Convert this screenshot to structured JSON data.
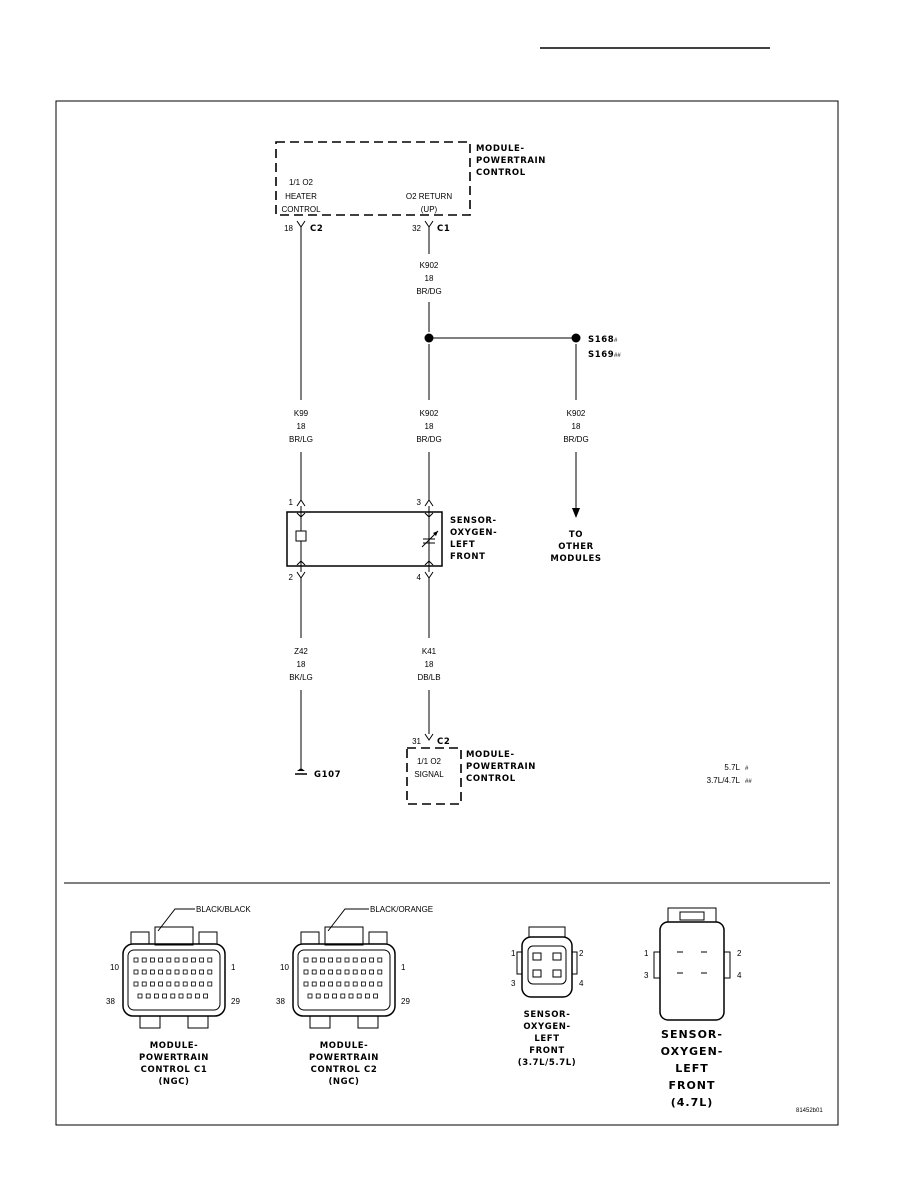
{
  "pcm_top": {
    "title": [
      "MODULE-",
      "POWERTRAIN",
      "CONTROL"
    ],
    "pin_left": [
      "1/1 O2",
      "HEATER",
      "CONTROL"
    ],
    "pin_right": [
      "O2 RETURN",
      "(UP)"
    ],
    "cav_left": "18",
    "conn_left": "C2",
    "cav_right": "32",
    "conn_right": "C1"
  },
  "wires": {
    "k902_top": [
      "K902",
      "18",
      "BR/DG"
    ],
    "k99": [
      "K99",
      "18",
      "BR/LG"
    ],
    "k902_mid": [
      "K902",
      "18",
      "BR/DG"
    ],
    "k902_right": [
      "K902",
      "18",
      "BR/DG"
    ],
    "z42": [
      "Z42",
      "18",
      "BK/LG"
    ],
    "k41": [
      "K41",
      "18",
      "DB/LB"
    ]
  },
  "splices": {
    "s168": "S168",
    "s168_mark": "#",
    "s169": "S169",
    "s169_mark": "##"
  },
  "to_other": [
    "TO",
    "OTHER",
    "MODULES"
  ],
  "sensor": {
    "title": [
      "SENSOR-",
      "OXYGEN-",
      "LEFT",
      "FRONT"
    ],
    "pin1": "1",
    "pin2": "2",
    "pin3": "3",
    "pin4": "4"
  },
  "ground": "G107",
  "pcm_bottom": {
    "title": [
      "MODULE-",
      "POWERTRAIN",
      "CONTROL"
    ],
    "pin": [
      "1/1 O2",
      "SIGNAL"
    ],
    "cav": "31",
    "conn": "C2"
  },
  "legend": [
    {
      "label": "5.7L",
      "mark": "#"
    },
    {
      "label": "3.7L/4.7L",
      "mark": "##"
    }
  ],
  "connectors": {
    "c1": {
      "color": "BLACK/BLACK",
      "pins": [
        "10",
        "1",
        "38",
        "29"
      ],
      "title": [
        "MODULE-",
        "POWERTRAIN",
        "CONTROL C1",
        "(NGC)"
      ]
    },
    "c2": {
      "color": "BLACK/ORANGE",
      "pins": [
        "10",
        "1",
        "38",
        "29"
      ],
      "title": [
        "MODULE-",
        "POWERTRAIN",
        "CONTROL C2",
        "(NGC)"
      ]
    },
    "o2_small": {
      "pins": [
        "1",
        "2",
        "3",
        "4"
      ],
      "title": [
        "SENSOR-",
        "OXYGEN-",
        "LEFT",
        "FRONT",
        "(3.7L/5.7L)"
      ]
    },
    "o2_large": {
      "pins": [
        "1",
        "2",
        "3",
        "4"
      ],
      "title": [
        "SENSOR-",
        "OXYGEN-",
        "LEFT",
        "FRONT",
        "(4.7L)"
      ]
    }
  },
  "figure_id": "81452b01"
}
